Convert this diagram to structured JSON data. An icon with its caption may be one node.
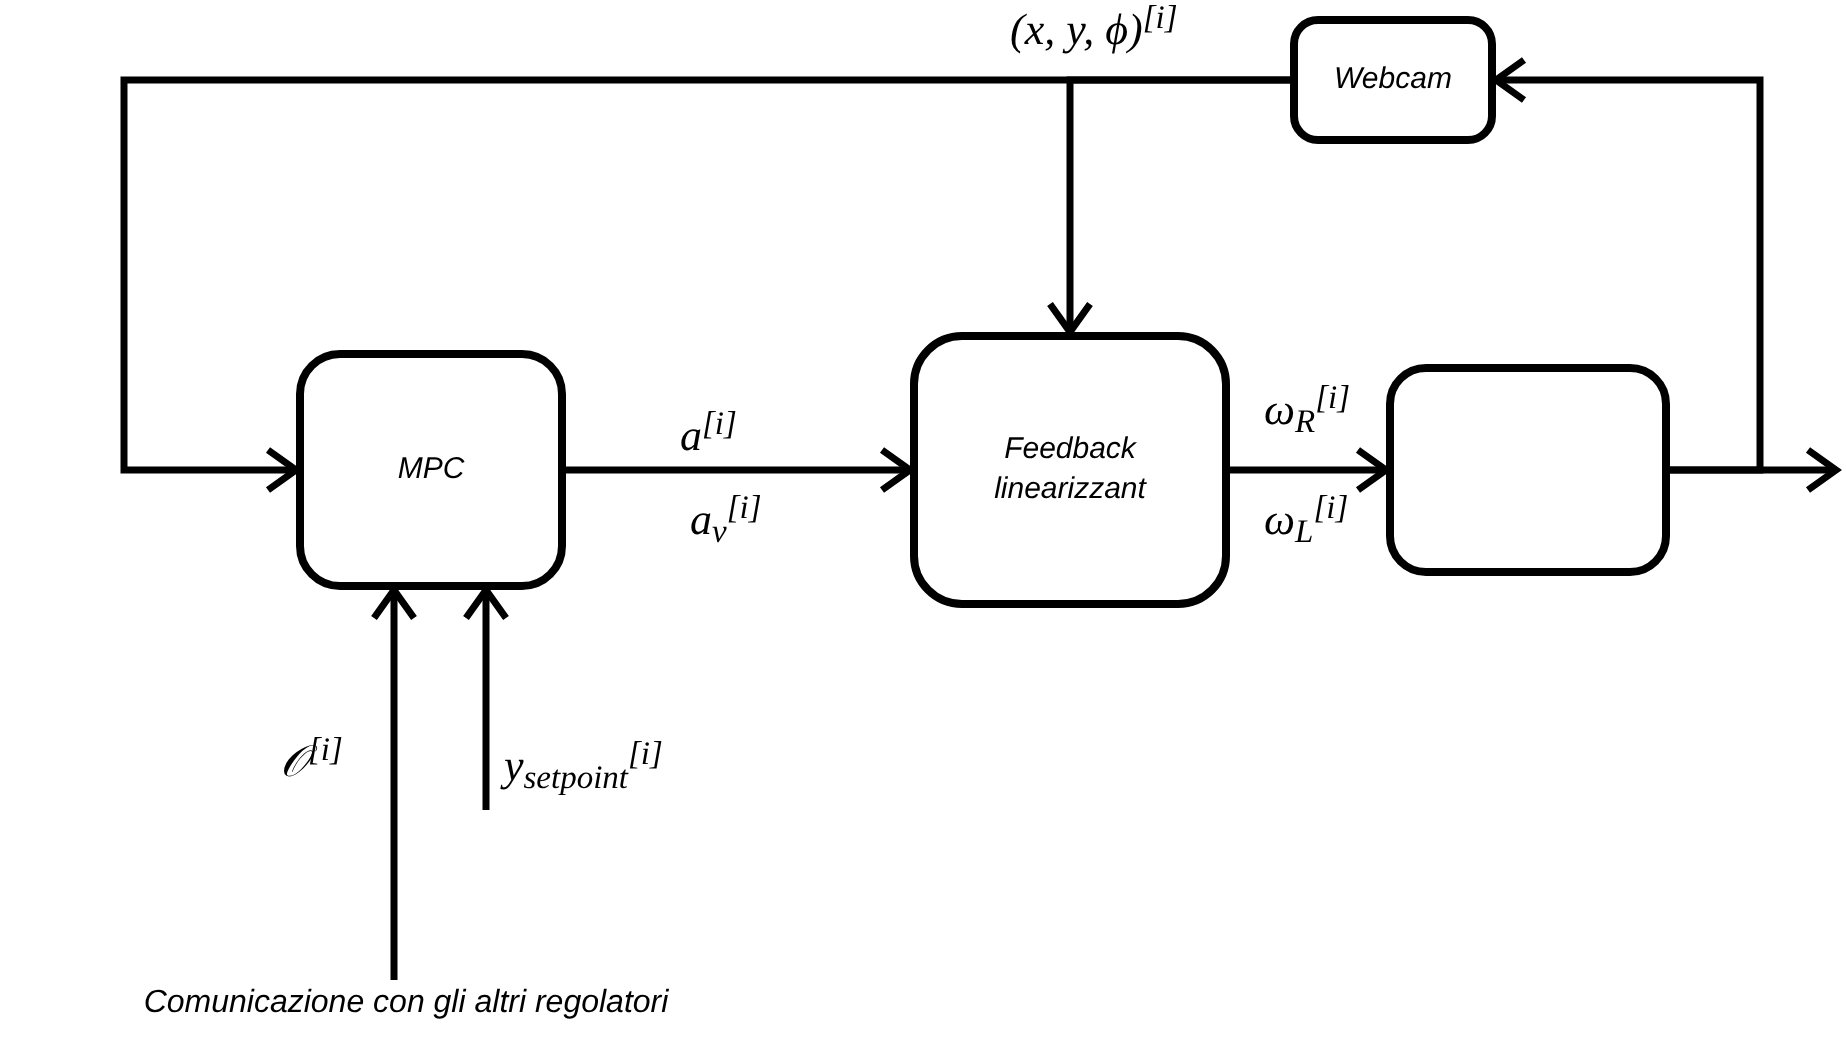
{
  "diagram": {
    "nodes": [
      {
        "text": [
          "Webcam"
        ]
      },
      {
        "text": [
          "MPC"
        ]
      },
      {
        "text": [
          "Feedback linearizzant"
        ]
      },
      {
        "text": [],
        "shape": "box"
      },
      {
        "text": [
          "Comunicazione con gli altri regolatori"
        ]
      }
    ],
    "edges": [
      {
        "from": 0,
        "to": 1,
        "arrow": "to"
      },
      {
        "from": 0,
        "to": 2,
        "arrow": "to",
        "label": "(x, y, ϕ)$^{[i]}$"
      },
      {
        "from": 1,
        "to": 2,
        "arrow": "to",
        "label": "a$^{[i]}$"
      },
      {
        "from": 2,
        "to": 3,
        "arrow": "to",
        "label": "ω$_{R}$$^{[i]}$"
      },
      {
        "from": 3,
        "to": null,
        "arrow": "to"
      },
      {
        "from": 3,
        "to": 0,
        "arrow": "to"
      },
      {
        "from": 4,
        "to": 1,
        "arrow": "to",
        "label": "𝒪$^{[i]}$"
      },
      {
        "from": null,
        "to": 1,
        "arrow": "to",
        "label": "y$_{setpoint}$$^{[i]}$"
      }
    ],
    "labels": [
      "a$_{v}$$^{[i]}$",
      "ω$_{L}$$^{[i]}$"
    ]
  }
}
